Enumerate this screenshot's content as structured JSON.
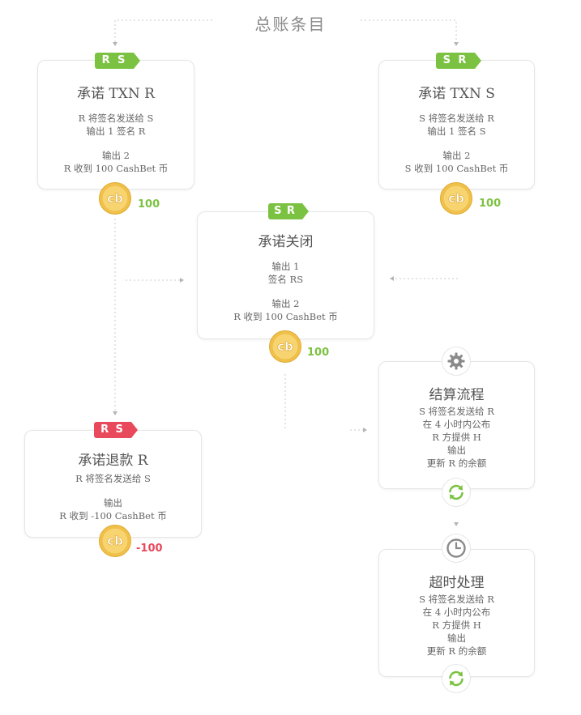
{
  "title": "总账条目",
  "cards": {
    "txn_r": {
      "badge": [
        "R",
        "S"
      ],
      "title": "承诺 TXN R",
      "lines_a": [
        "R 将签名发送给 S",
        "输出 1 签名 R"
      ],
      "lines_b": [
        "输出 2",
        "R 收到 100 CashBet 币"
      ],
      "amount": "100"
    },
    "txn_s": {
      "badge": [
        "S",
        "R"
      ],
      "title": "承诺 TXN S",
      "lines_a": [
        "S 将签名发送给 R",
        "输出 1 签名 S"
      ],
      "lines_b": [
        "输出 2",
        "S 收到 100 CashBet 币"
      ],
      "amount": "100"
    },
    "close": {
      "badge": [
        "S",
        "R"
      ],
      "title": "承诺关闭",
      "lines_a": [
        "输出 1",
        "签名 RS"
      ],
      "lines_b": [
        "输出 2",
        "R 收到 100 CashBet 币"
      ],
      "amount": "100"
    },
    "refund": {
      "badge": [
        "R",
        "S"
      ],
      "title": "承诺退款 R",
      "lines_a": [
        "R 将签名发送给 S"
      ],
      "lines_b": [
        "输出",
        "R 收到 -100 CashBet 币"
      ],
      "amount": "-100"
    },
    "settle": {
      "title": "结算流程",
      "lines": [
        "S 将签名发送给 R",
        "在 4 小时内公布",
        "R 方提供 H",
        "输出",
        "更新 R 的余额"
      ]
    },
    "timeout": {
      "title": "超时处理",
      "lines": [
        "S 将签名发送给 R",
        "在 4 小时内公布",
        "R 方提供 H",
        "输出",
        "更新 R 的余额"
      ]
    }
  },
  "colors": {
    "green": "#7cc242",
    "red": "#e8495b",
    "coin": "#f3c64a"
  },
  "icons": {
    "coin": "cashbet-coin-icon",
    "settle": "gear-icon",
    "timeout": "clock-icon",
    "refresh": "refresh-icon"
  }
}
